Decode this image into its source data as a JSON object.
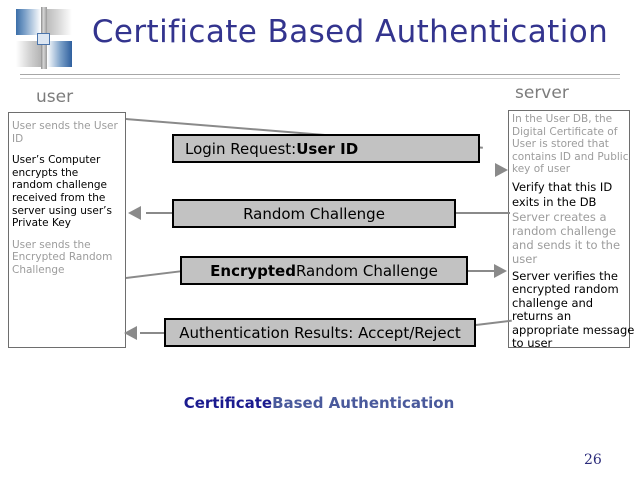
{
  "slide": {
    "title": "Certificate Based Authentication",
    "page_number": "26",
    "caption": {
      "bold_part": "Certificate",
      "rest_part": "Based Authentication"
    }
  },
  "actors": {
    "user_label": "user",
    "server_label": "server"
  },
  "user_panel": {
    "paragraphs": [
      {
        "text": "User sends the User ID",
        "emphasis": "gray"
      },
      {
        "text": "User’s Computer encrypts the random challenge received from the server using user’s Private Key",
        "emphasis": "black"
      },
      {
        "text": "User sends the Encrypted Random Challenge",
        "emphasis": "gray"
      }
    ]
  },
  "server_panel": {
    "paragraphs": [
      {
        "text": "In the User DB, the Digital Certificate of User is stored that contains ID and Public key of user",
        "emphasis": "gray"
      },
      {
        "text": "Verify that this ID exits in the DB",
        "emphasis": "black"
      },
      {
        "text": "Server creates a random challenge and sends it to the user",
        "emphasis": "gray"
      },
      {
        "text": "Server verifies the encrypted random challenge and returns an appropriate message to user",
        "emphasis": "black"
      }
    ]
  },
  "messages": [
    {
      "prefix": "Login Request: ",
      "bold": "User ID",
      "suffix": "",
      "direction": "user-to-server"
    },
    {
      "prefix": "",
      "bold": "",
      "suffix": "Random Challenge",
      "direction": "server-to-user"
    },
    {
      "prefix": "",
      "bold": "Encrypted",
      "suffix": " Random Challenge",
      "direction": "user-to-server"
    },
    {
      "prefix": "Authentication Results: Accept/Reject",
      "bold": "",
      "suffix": "",
      "direction": "server-to-user"
    }
  ],
  "colors": {
    "title": "#33348e",
    "caption_bold": "#1b1b8f",
    "caption_rest": "#4a5a9c",
    "box_fill": "#c2c2c2",
    "box_border": "#000000",
    "arrow": "#8a8a8a",
    "gray_text": "#9c9c9c",
    "actor_text": "#7c7c7c"
  }
}
